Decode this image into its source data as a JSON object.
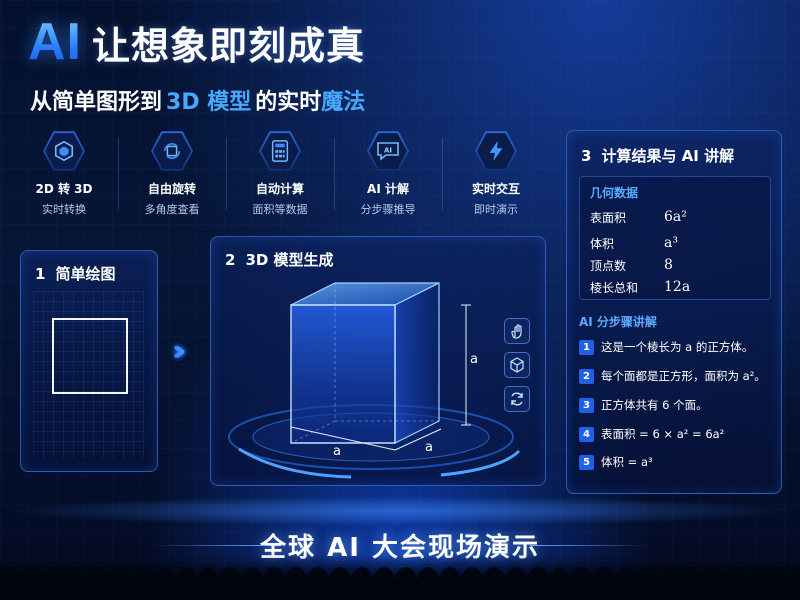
{
  "header": {
    "title_ai": "AI",
    "title_rest": "让想象即刻成真",
    "subtitle_prefix": "从简单图形到",
    "subtitle_hl": "3D 模型",
    "subtitle_mid": "的实时",
    "subtitle_hl2": "魔法"
  },
  "features": [
    {
      "title": "2D 转 3D",
      "desc": "实时转换",
      "icon": "cube-hex-icon"
    },
    {
      "title": "自由旋转",
      "desc": "多角度查看",
      "icon": "rotate-cube-icon"
    },
    {
      "title": "自动计算",
      "desc": "面积等数据",
      "icon": "calculator-icon"
    },
    {
      "title": "AI 计解",
      "desc": "分步骤推导",
      "icon": "ai-chat-icon"
    },
    {
      "title": "实时交互",
      "desc": "即时演示",
      "icon": "lightning-icon"
    }
  ],
  "panel_draw": {
    "num": "1",
    "title": "简单绘图"
  },
  "panel_3d": {
    "num": "2",
    "title": "3D 模型生成",
    "label_a": "a"
  },
  "panel_ai": {
    "num": "3",
    "title": "计算结果与 AI 讲解",
    "geo_heading": "几何数据",
    "geo_rows": [
      {
        "key": "表面积",
        "value": "6a²"
      },
      {
        "key": "体积",
        "value": "a³"
      },
      {
        "key": "顶点数",
        "value": "8"
      },
      {
        "key": "棱长总和",
        "value": "12a"
      }
    ],
    "steps_heading": "AI 分步骤讲解",
    "steps": [
      {
        "n": "1",
        "text": "这是一个棱长为 a 的正方体。"
      },
      {
        "n": "2",
        "text": "每个面都是正方形，面积为 a²。"
      },
      {
        "n": "3",
        "text": "正方体共有 6 个面。"
      },
      {
        "n": "4",
        "text": "表面积 = 6 × a² = 6a²"
      },
      {
        "n": "5",
        "text": "体积 = a³"
      }
    ]
  },
  "tools": [
    "hand-icon",
    "cube-view-icon",
    "refresh-icon"
  ],
  "banner": {
    "text": "全球 AI 大会现场演示"
  },
  "colors": {
    "accent": "#3f8cff",
    "highlight": "#46a8ff",
    "badge": "#1f60e8"
  }
}
